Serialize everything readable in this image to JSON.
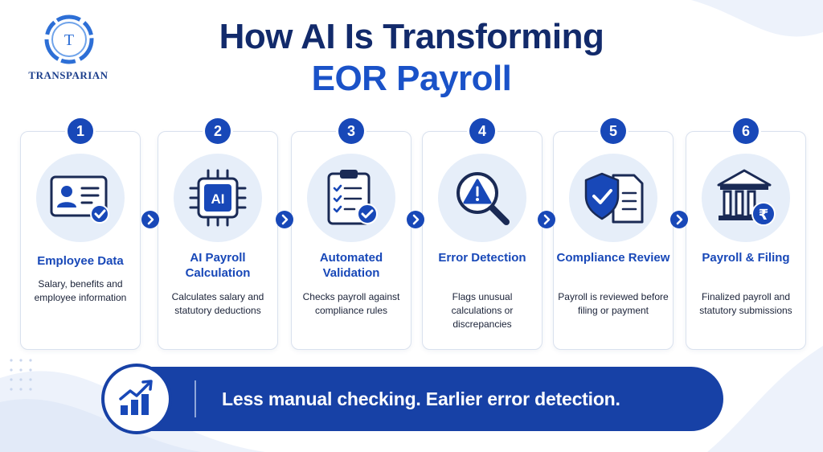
{
  "logo": {
    "text": "TRANSPARIAN",
    "letter": "T"
  },
  "title": {
    "line1": "How AI Is Transforming",
    "line2": "EOR Payroll"
  },
  "steps": [
    {
      "number": "1",
      "title": "Employee Data",
      "description": "Salary, benefits and employee information",
      "icon": "id-card-check-icon"
    },
    {
      "number": "2",
      "title": "AI Payroll Calculation",
      "description": "Calculates salary and statutory deductions",
      "icon": "ai-chip-icon",
      "icon_text": "AI"
    },
    {
      "number": "3",
      "title": "Automated Validation",
      "description": "Checks payroll against compliance rules",
      "icon": "clipboard-check-icon"
    },
    {
      "number": "4",
      "title": "Error Detection",
      "description": "Flags unusual calculations or discrepancies",
      "icon": "magnifier-warning-icon"
    },
    {
      "number": "5",
      "title": "Compliance Review",
      "description": "Payroll is reviewed before filing or payment",
      "icon": "shield-document-icon"
    },
    {
      "number": "6",
      "title": "Payroll & Filing",
      "description": "Finalized payroll and statutory submissions",
      "icon": "bank-rupee-icon",
      "icon_text": "₹"
    }
  ],
  "banner": {
    "text": "Less manual checking. Earlier error detection.",
    "icon": "growth-chart-icon"
  },
  "colors": {
    "primary": "#1848b8",
    "dark_navy": "#122a6b",
    "banner": "#1741a6",
    "icon_bg": "#e6eef9"
  }
}
